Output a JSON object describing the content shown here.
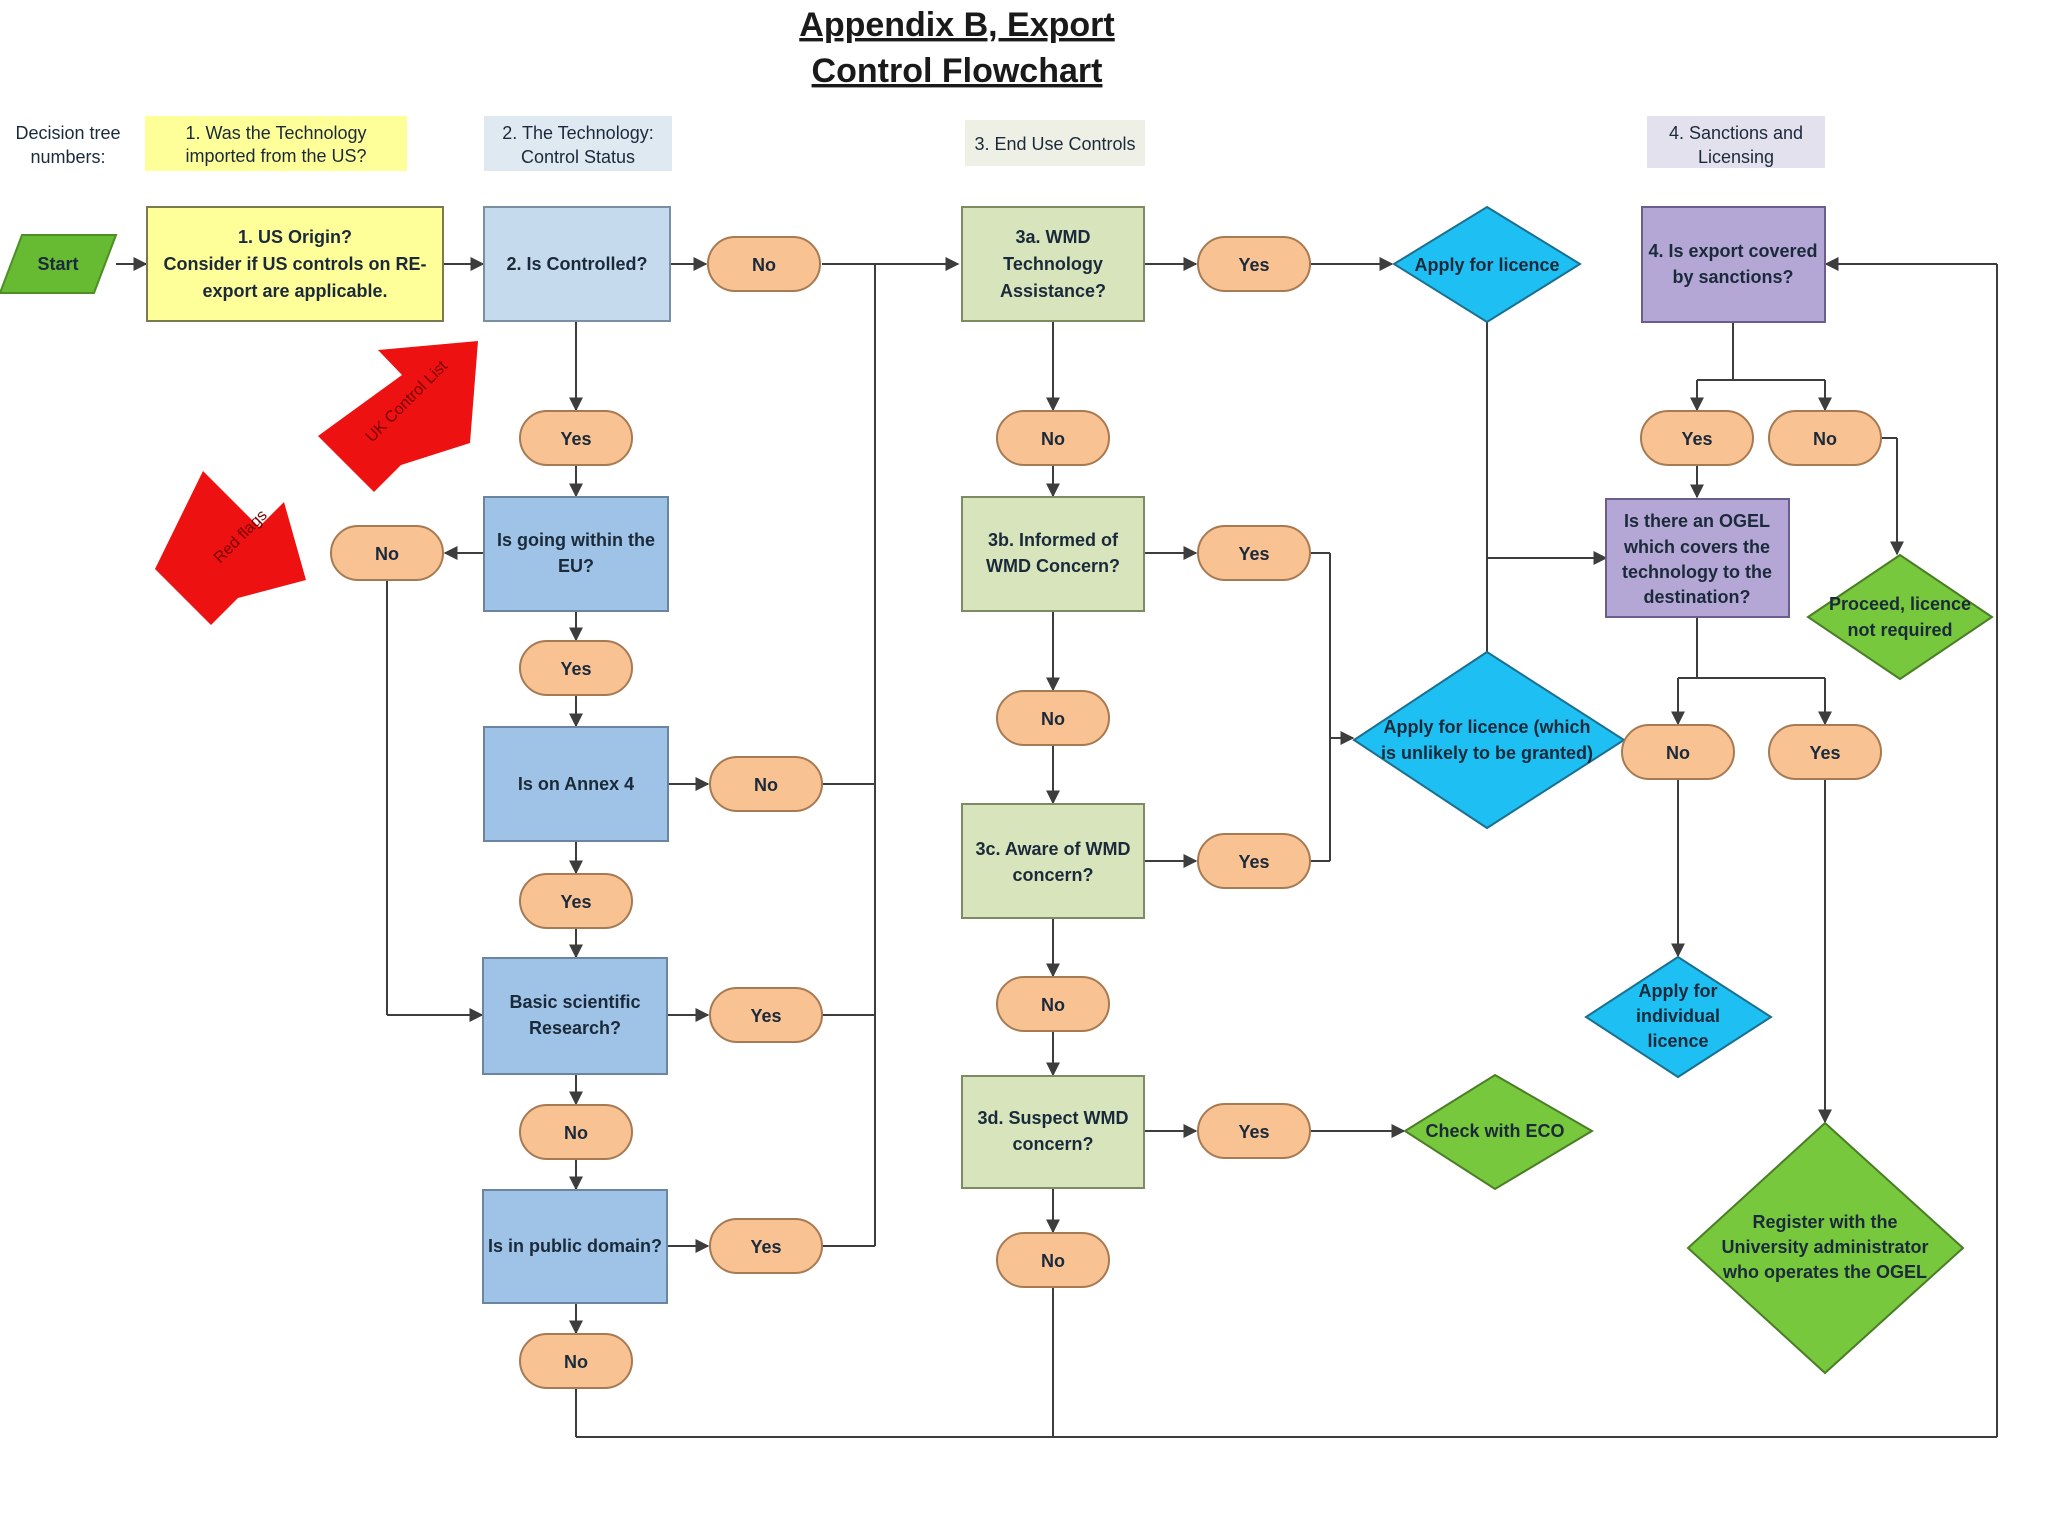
{
  "title": [
    "Appendix B, Export",
    "Control Flowchart"
  ],
  "headers": {
    "decision_tree": [
      "Decision tree",
      "numbers:"
    ],
    "col1": [
      "1. Was the Technology",
      "imported from the US?"
    ],
    "col2": [
      "2. The Technology:",
      "Control Status"
    ],
    "col3": "3. End Use Controls",
    "col4": [
      "4. Sanctions and",
      "Licensing"
    ]
  },
  "arrows": {
    "red_flags": "Red flags",
    "uk_control_list": "UK Control List"
  },
  "nodes": {
    "start": "Start",
    "us_origin": [
      "1. US Origin?",
      "Consider if US controls on RE-",
      "export are applicable."
    ],
    "is_controlled": "2. Is Controlled?",
    "within_eu": [
      "Is going within the",
      "EU?"
    ],
    "annex4": "Is on Annex 4",
    "basic_research": [
      "Basic scientific",
      "Research?"
    ],
    "public_domain": "Is in public domain?",
    "wmd_3a": [
      "3a. WMD",
      "Technology",
      "Assistance?"
    ],
    "wmd_3b": [
      "3b. Informed of",
      "WMD Concern?"
    ],
    "wmd_3c": [
      "3c. Aware of WMD",
      "concern?"
    ],
    "wmd_3d": [
      "3d. Suspect WMD",
      "concern?"
    ],
    "apply_licence": "Apply for licence",
    "apply_unlikely": [
      "Apply for licence (which",
      "is unlikely to be granted)"
    ],
    "check_eco": "Check with ECO",
    "sanctions": [
      "4. Is export covered",
      "by sanctions?"
    ],
    "ogel": [
      "Is there an OGEL",
      "which covers the",
      "technology to the",
      "destination?"
    ],
    "proceed": [
      "Proceed, licence",
      "not required"
    ],
    "individual": [
      "Apply for",
      "individual",
      "licence"
    ],
    "register": [
      "Register with the",
      "University administrator",
      "who operates the OGEL"
    ]
  },
  "answers": {
    "yes": "Yes",
    "no": "No"
  },
  "colors": {
    "yellow": "#ffff99",
    "blue_light": "#c5daed",
    "blue": "#9fc3e6",
    "green_box": "#d7e4bc",
    "purple": "#b4a7d6",
    "orange": "#f9c293",
    "cyan": "#1ebff2",
    "green_diamond": "#77c83c",
    "red": "#ee1111",
    "start": "#66bb33"
  }
}
